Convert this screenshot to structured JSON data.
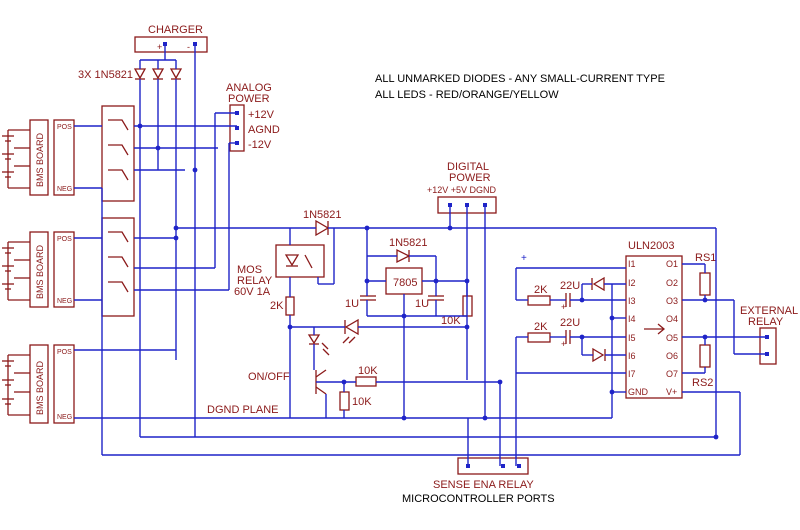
{
  "notes": {
    "line1": "ALL UNMARKED DIODES - ANY SMALL-CURRENT TYPE",
    "line2": "ALL LEDS - RED/ORANGE/YELLOW"
  },
  "charger": {
    "title": "CHARGER",
    "plus": "+",
    "minus": "-"
  },
  "diodes_label": "3X 1N5821",
  "analog_power": {
    "title_line1": "ANALOG",
    "title_line2": "POWER",
    "pins": [
      "+12V",
      "AGND",
      "-12V"
    ]
  },
  "bms_boards": [
    {
      "label": "BMS BOARD",
      "pos": "POS",
      "neg": "NEG"
    },
    {
      "label": "BMS BOARD",
      "pos": "POS",
      "neg": "NEG"
    },
    {
      "label": "BMS BOARD",
      "pos": "POS",
      "neg": "NEG"
    }
  ],
  "digital_power": {
    "title_line1": "DIGITAL",
    "title_line2": "POWER",
    "pins_label": "+12V +5V DGND"
  },
  "diode_1n5821_a": "1N5821",
  "diode_1n5821_b": "1N5821",
  "mos_relay": {
    "line1": "MOS",
    "line2": "RELAY",
    "line3": "60V 1A"
  },
  "regulator": "7805",
  "cap_1u_left": "1U",
  "cap_1u_right": "1U",
  "res_2k_left": "2K",
  "res_10k_right": "10K",
  "res_10k_base": "10K",
  "res_10k_bottom": "10K",
  "res_2k_upper": "2K",
  "res_2k_lower": "2K",
  "cap_22u_upper": "22U",
  "cap_22u_lower": "22U",
  "plus_marks": [
    "+",
    "+",
    "+"
  ],
  "on_off": "ON/OFF",
  "dgnd_plane": "DGND PLANE",
  "uln": {
    "title": "ULN2003",
    "inputs": [
      "I1",
      "I2",
      "I3",
      "I4",
      "I5",
      "I6",
      "I7",
      "GND"
    ],
    "outputs": [
      "O1",
      "O2",
      "O3",
      "O4",
      "O5",
      "O6",
      "O7",
      "V+"
    ]
  },
  "rs1": "RS1",
  "rs2": "RS2",
  "external_relay": {
    "line1": "EXTERNAL",
    "line2": "RELAY"
  },
  "mcu": {
    "pins_label": "SENSE  ENA RELAY",
    "caption": "MICROCONTROLLER PORTS"
  }
}
